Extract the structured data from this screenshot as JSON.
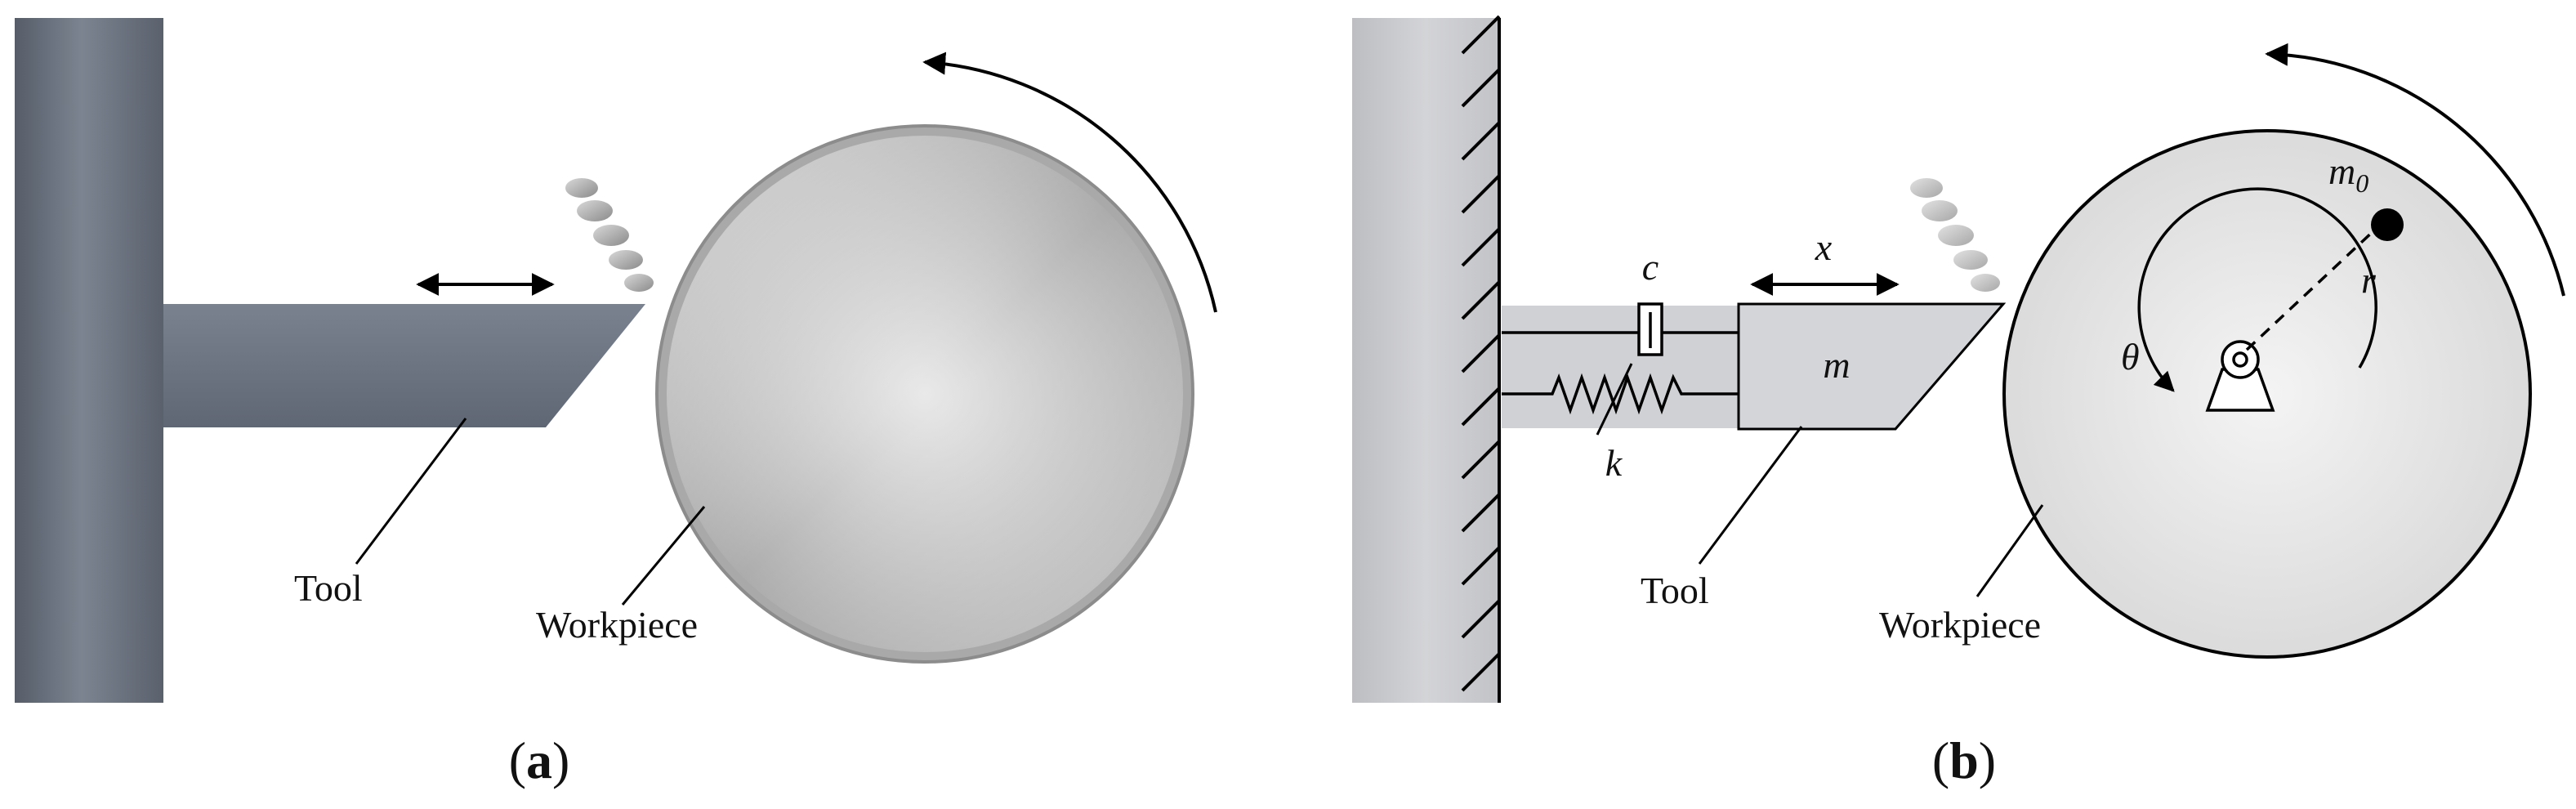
{
  "figure": {
    "panel_a": {
      "caption_open": "(",
      "caption_letter": "a",
      "caption_close": ")",
      "tool_label": "Tool",
      "workpiece_label": "Workpiece"
    },
    "panel_b": {
      "caption_open": "(",
      "caption_letter": "b",
      "caption_close": ")",
      "tool_label": "Tool",
      "workpiece_label": "Workpiece",
      "damper_symbol": "c",
      "spring_symbol": "k",
      "mass_symbol": "m",
      "displacement_symbol": "x",
      "unbalance_mass_symbol": "m",
      "unbalance_mass_subscript": "0",
      "radius_symbol": "r",
      "angle_symbol": "θ"
    }
  },
  "colors": {
    "column": "#6f7785",
    "tool_a": "#6e7686",
    "wall_b": "#c9cacd",
    "tool_b": "#d4d5d8",
    "metal_light": "#ececec",
    "metal_dark": "#9a9a9a",
    "line": "#000000"
  }
}
